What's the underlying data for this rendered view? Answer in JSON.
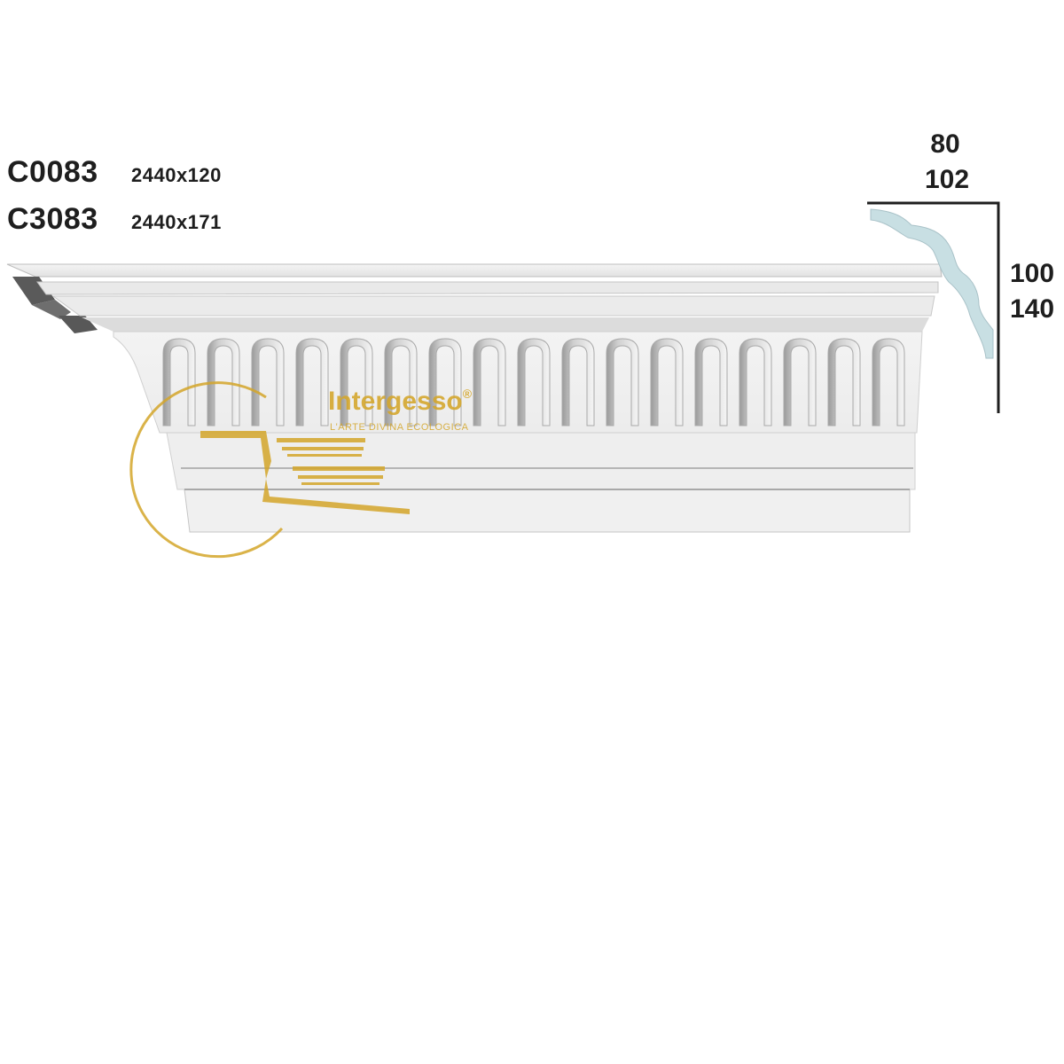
{
  "products": [
    {
      "code": "C0083",
      "size": "2440x120"
    },
    {
      "code": "C3083",
      "size": "2440x171"
    }
  ],
  "profile": {
    "width_values": [
      "80",
      "102"
    ],
    "height_values": [
      "100",
      "140"
    ]
  },
  "watermark": {
    "brand": "Intergesso",
    "registered": "®",
    "tagline": "L'ARTE DIVINA ECOLOGICA"
  },
  "colors": {
    "text": "#1e1e1e",
    "moulding": "#f2f2f2",
    "profile": "#c8dfe3",
    "watermark": "#d4a62a"
  }
}
